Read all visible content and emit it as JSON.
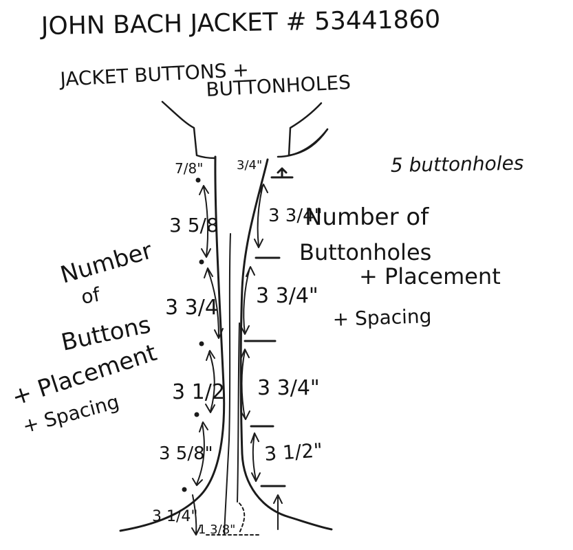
{
  "title": "JOHN BACH JACKET # 53441860",
  "subtitle_line1": "JACKET BUTTONS +",
  "subtitle_line2": "BUTTONHOLES",
  "buttonhole_count_note": "5 buttonholes",
  "left_label": {
    "line1": "Number",
    "line2": "of",
    "line3": "Buttons",
    "line4": "+ Placement",
    "line5": "+ Spacing"
  },
  "right_label": {
    "line1": "Number of",
    "line2": "Buttonholes",
    "line3": "+ Placement",
    "line4": "+ Spacing"
  },
  "button_measurements": [
    "7/8\"",
    "3 5/8",
    "3 3/4",
    "3 1/2",
    "3 5/8\"",
    "3 1/4\""
  ],
  "buttonhole_measurements": [
    "3/4\"",
    "3 3/4\"",
    "3 3/4\"",
    "3 3/4\"",
    "3 1/2\""
  ],
  "bottom_measurement": "1 3/8\"",
  "ink_color": "#1b1b1b"
}
